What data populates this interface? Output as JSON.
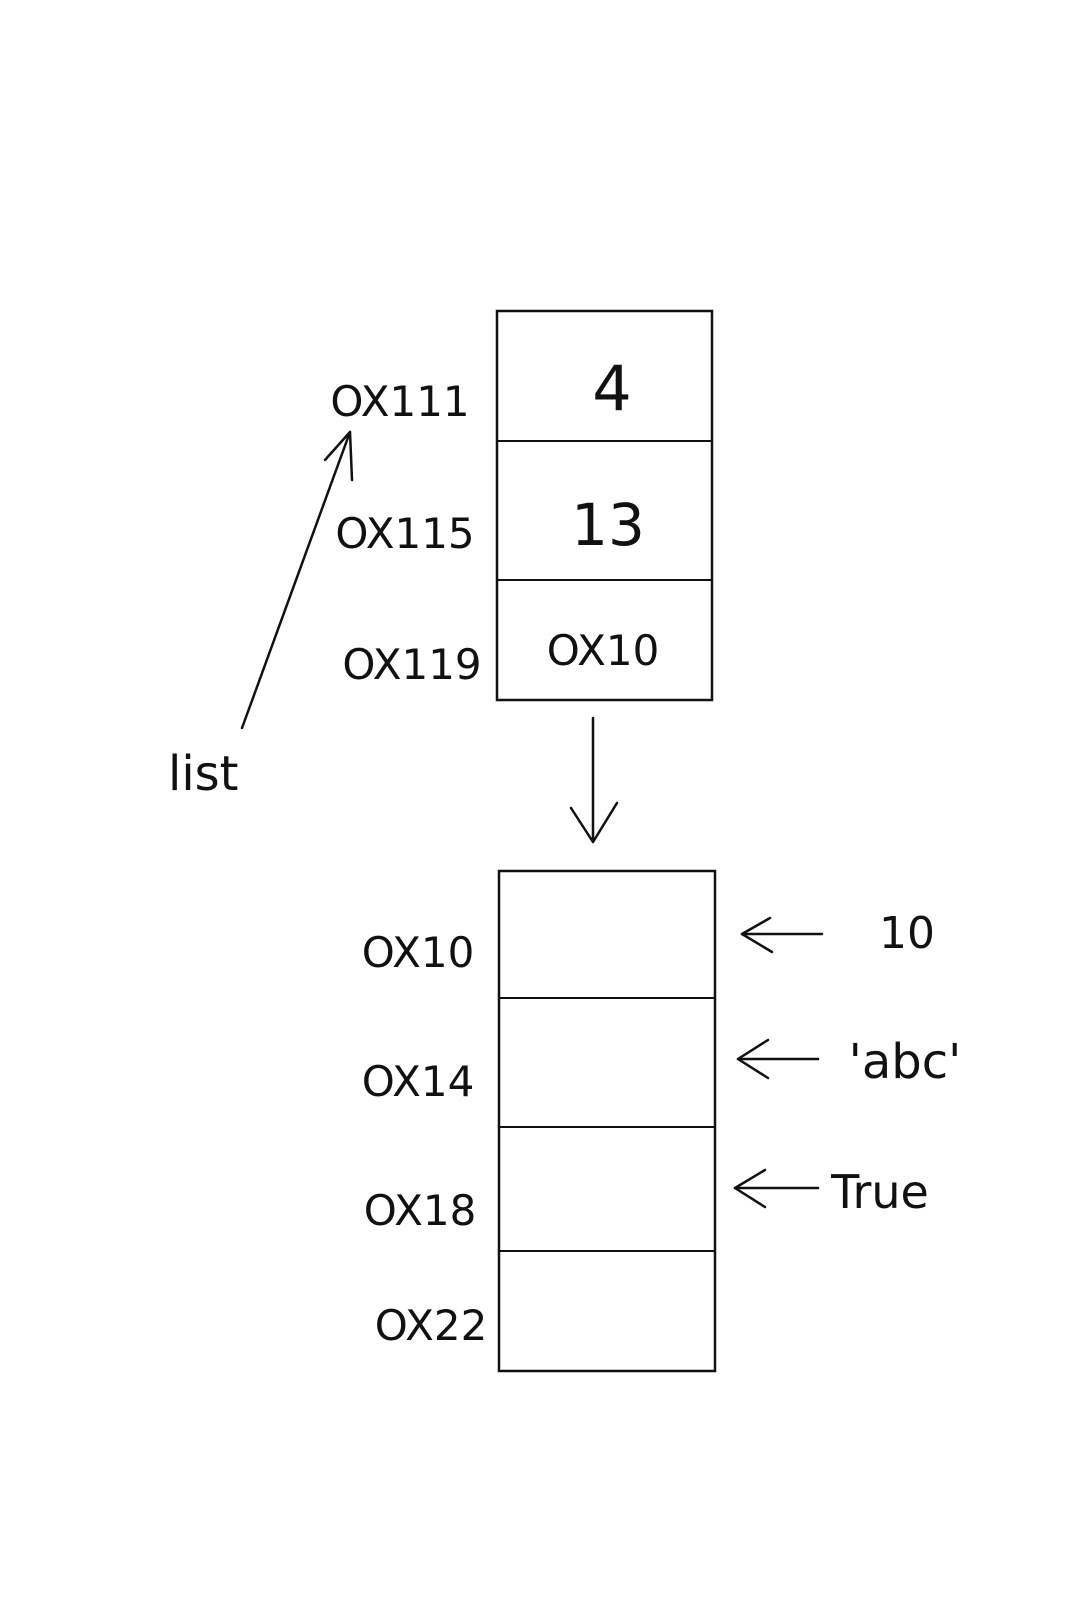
{
  "list_label": "list",
  "top_block": {
    "cells": [
      {
        "address": "OX111",
        "value": "4"
      },
      {
        "address": "OX115",
        "value": "13"
      },
      {
        "address": "OX119",
        "value": "OX10"
      }
    ]
  },
  "bottom_block": {
    "cells": [
      {
        "address": "OX10",
        "value": "10"
      },
      {
        "address": "OX14",
        "value": "'abc'"
      },
      {
        "address": "OX18",
        "value": "True"
      },
      {
        "address": "OX22",
        "value": ""
      }
    ]
  }
}
